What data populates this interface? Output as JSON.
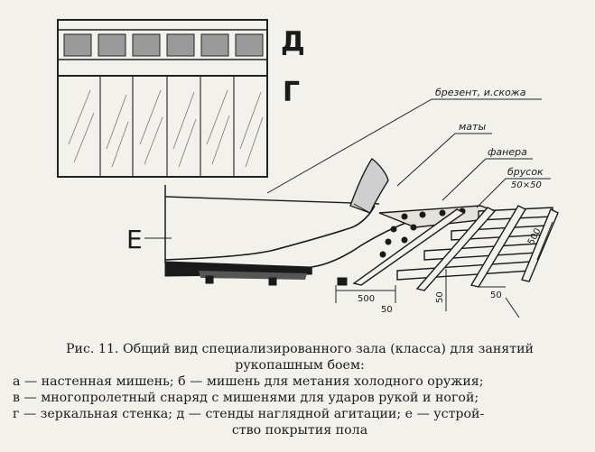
{
  "figure": {
    "letters": {
      "d": "Д",
      "g": "Г",
      "e": "Е"
    },
    "annotations": {
      "brezent": "брезент, и.скожа",
      "maty": "маты",
      "fanera": "фанера",
      "brusok": "брусок",
      "brusok_size": "50×50"
    },
    "dimensions": {
      "d500a": "500",
      "d500b": "500",
      "d50a": "50",
      "d50b": "50",
      "d50c": "50"
    }
  },
  "caption": {
    "title_line1": "Рис. 11. Общий вид специализированного зала (класса) для занятий",
    "title_line2": "рукопашным боем:",
    "line_a": "а — настенная мишень; б — мишень для метания холодного оружия;",
    "line_v": "в — многопролетный снаряд с мишенями для ударов рукой и ногой;",
    "line_g": "г — зеркальная стенка; д — стенды наглядной агитации; е — устрой-",
    "line_e": "ство покрытия пола"
  }
}
